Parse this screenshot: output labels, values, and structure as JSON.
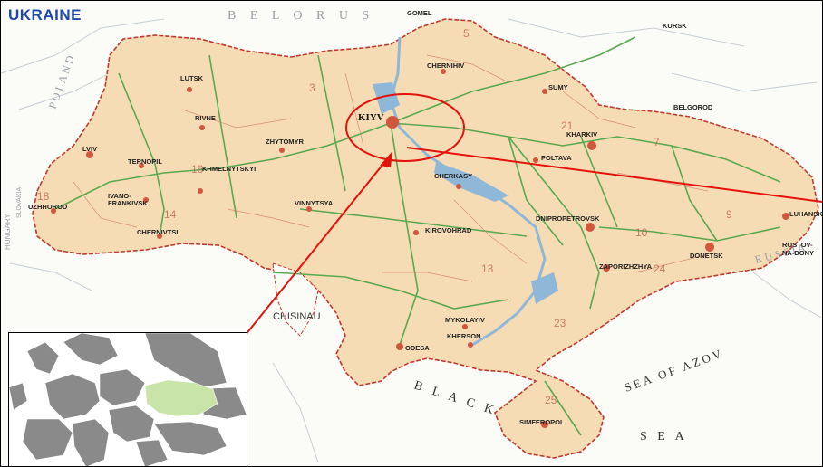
{
  "map": {
    "title": "UKRAINE",
    "highlight_city": "KIYV",
    "neighbors": {
      "belorus": "B E L O R U S",
      "russia": "R U S S I A",
      "poland": "P O L A N D",
      "hungary": "HUNGARY",
      "slovakia": "SLOVAKIA",
      "chisinau": "CHISINAU"
    },
    "seas": {
      "black": "B L A C K",
      "sea": "S E A",
      "azov": "SEA OF AZOV"
    },
    "cities": [
      {
        "name": "LVIV"
      },
      {
        "name": "LUTSK"
      },
      {
        "name": "RIVNE"
      },
      {
        "name": "TERNOPIL"
      },
      {
        "name": "KHMELNYTSKYI"
      },
      {
        "name": "ZHYTOMYR"
      },
      {
        "name": "VINNYTSYA"
      },
      {
        "name": "IVANO-"
      },
      {
        "name": "FRANKIVSK"
      },
      {
        "name": "CHERNIVTSI"
      },
      {
        "name": "UZHHOROD"
      },
      {
        "name": "CHERNIHIV"
      },
      {
        "name": "SUMY"
      },
      {
        "name": "KHARKIV"
      },
      {
        "name": "POLTAVA"
      },
      {
        "name": "CHERKASY"
      },
      {
        "name": "KIROVOHRAD"
      },
      {
        "name": "DNIPROPETROVSK"
      },
      {
        "name": "ZAPORIZHZHYA"
      },
      {
        "name": "DONETSK"
      },
      {
        "name": "LUHANSK"
      },
      {
        "name": "MYKOLAYIV"
      },
      {
        "name": "KHERSON"
      },
      {
        "name": "ODESA"
      },
      {
        "name": "SIMFEROPOL"
      },
      {
        "name": "BELGOROD"
      },
      {
        "name": "KURSK"
      },
      {
        "name": "GOMEL"
      },
      {
        "name": "ROSTOV-"
      },
      {
        "name": "NA-DONY"
      }
    ],
    "colors": {
      "land": "#f6dcb4",
      "border": "#c0392b",
      "water": "#8fb8d8",
      "highlight": "#e3120b",
      "title": "#1f4aa8",
      "inset_land": "#8a8a8a",
      "inset_ukraine": "#c9e4a8"
    }
  }
}
